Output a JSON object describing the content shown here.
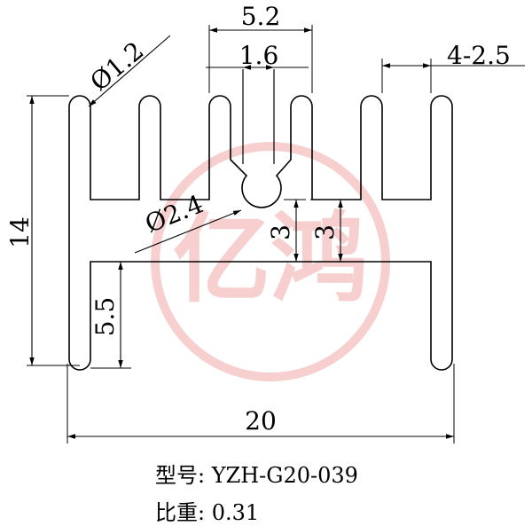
{
  "watermark": {
    "text": "亿鸿",
    "color": "#f2a8a8"
  },
  "dimensions": {
    "overall_width": "20",
    "overall_height": "14",
    "fin_gap": "5.2",
    "slot_width": "1.6",
    "fin_spec": "4-2.5",
    "fin_radius": "Ø1.2",
    "hole_diameter": "Ø2.4",
    "center_offset_left": "3",
    "center_offset_right": "3",
    "base_height": "5.5"
  },
  "caption": {
    "model_label": "型号:",
    "model_value": "YZH-G20-039",
    "weight_label": "比重:",
    "weight_value": "0.31"
  },
  "colors": {
    "line": "#000000",
    "watermark": "#f2a8a8"
  }
}
